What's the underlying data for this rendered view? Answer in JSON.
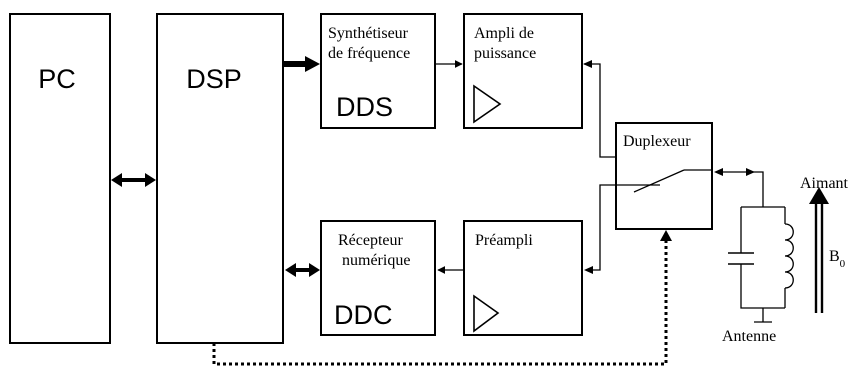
{
  "blocks": {
    "pc": "PC",
    "dsp": "DSP",
    "synth_line1": "Synthétiseur",
    "synth_line2": "de fréquence",
    "dds": "DDS",
    "ampli_line1": "Ampli de",
    "ampli_line2": "puissance",
    "duplexeur": "Duplexeur",
    "recepteur_line1": "Récepteur",
    "recepteur_line2": "numérique",
    "ddc": "DDC",
    "preampli": "Préampli"
  },
  "labels": {
    "aimant": "Aimant",
    "b_field": "B",
    "b_subscript": "0",
    "antenne": "Antenne"
  },
  "colors": {
    "line": "#000000",
    "background": "#ffffff"
  }
}
